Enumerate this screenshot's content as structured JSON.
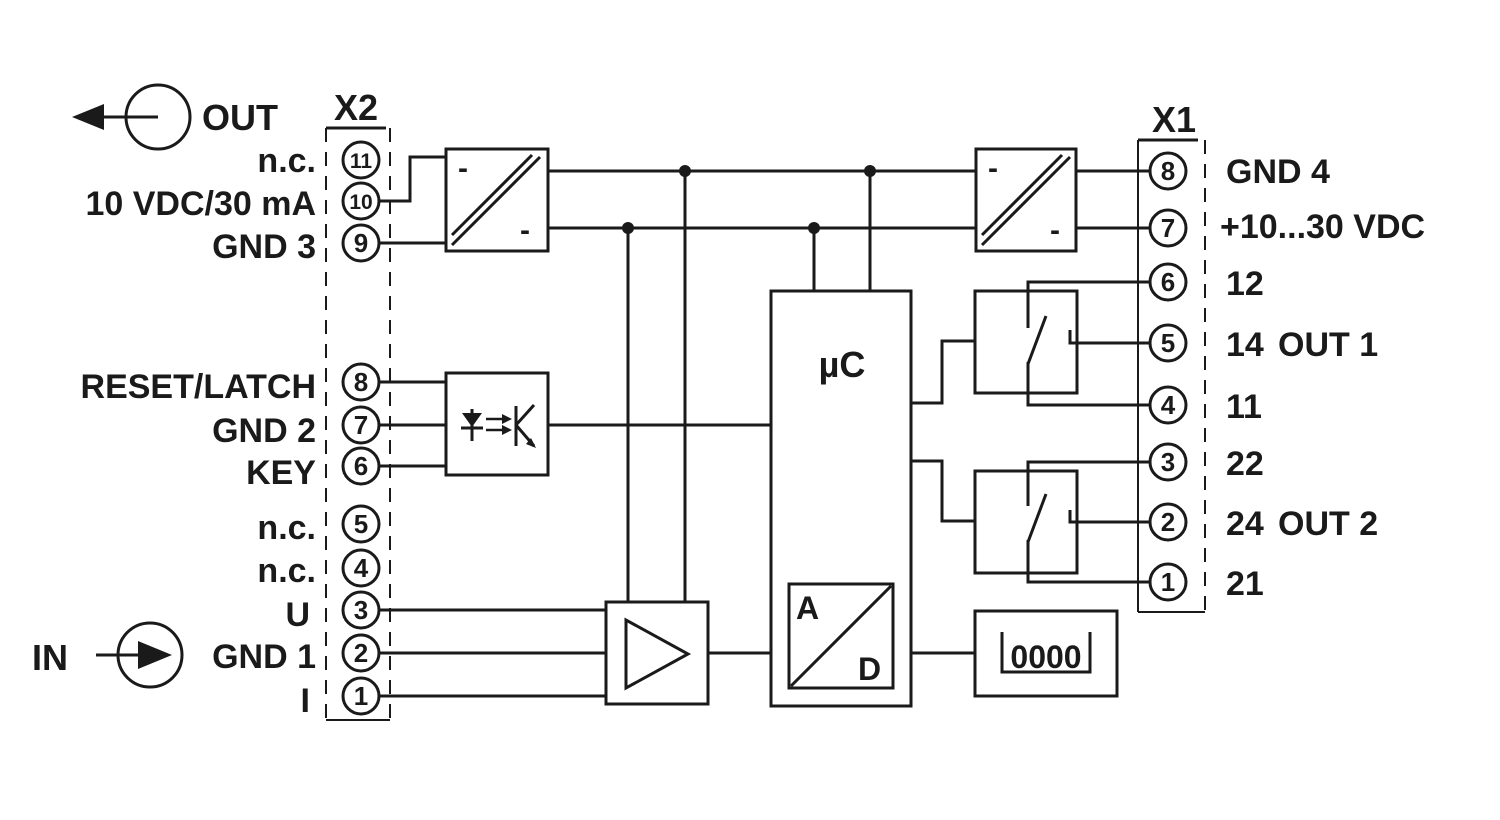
{
  "connectors": {
    "x2": {
      "name": "X2",
      "terminals": [
        {
          "num": "11",
          "label": "n.c."
        },
        {
          "num": "10",
          "label": "10 VDC/30 mA"
        },
        {
          "num": "9",
          "label": "GND 3"
        },
        {
          "num": "8",
          "label": "RESET/LATCH"
        },
        {
          "num": "7",
          "label": "GND 2"
        },
        {
          "num": "6",
          "label": "KEY"
        },
        {
          "num": "5",
          "label": "n.c."
        },
        {
          "num": "4",
          "label": "n.c."
        },
        {
          "num": "3",
          "label": "U"
        },
        {
          "num": "2",
          "label": "GND 1"
        },
        {
          "num": "1",
          "label": "I"
        }
      ]
    },
    "x1": {
      "name": "X1",
      "terminals": [
        {
          "num": "8",
          "label": "GND 4"
        },
        {
          "num": "7",
          "label": "+10...30 VDC"
        },
        {
          "num": "6",
          "label": "12"
        },
        {
          "num": "5",
          "label": "14"
        },
        {
          "num": "4",
          "label": "11"
        },
        {
          "num": "3",
          "label": "22"
        },
        {
          "num": "2",
          "label": "24"
        },
        {
          "num": "1",
          "label": "21"
        }
      ]
    }
  },
  "signals": {
    "out": "OUT",
    "in": "IN",
    "out1": "OUT 1",
    "out2": "OUT 2"
  },
  "blocks": {
    "minus_left": "-",
    "minus_right": "-",
    "mcu": "µC",
    "adc_a": "A",
    "adc_d": "D",
    "display": "0000"
  }
}
